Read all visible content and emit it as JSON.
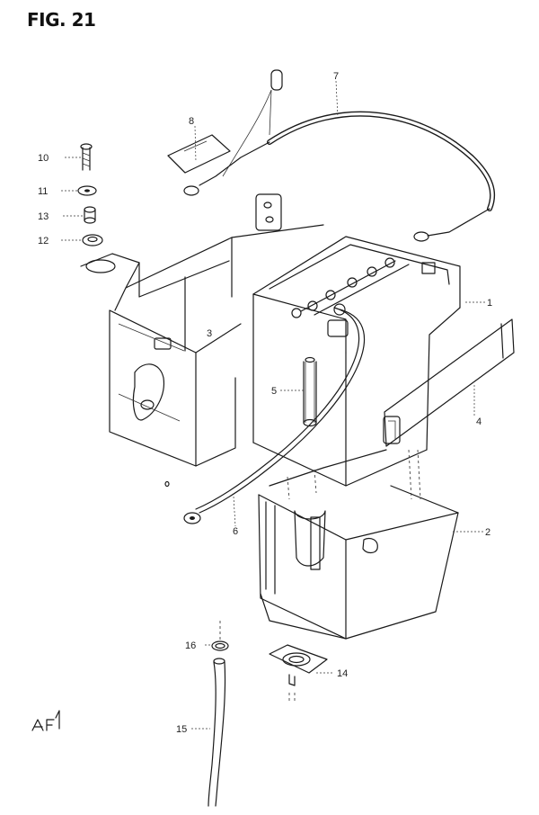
{
  "figure": {
    "title": "FIG. 21",
    "callouts": {
      "p1": "1",
      "p2": "2",
      "p3": "3",
      "p4": "4",
      "p5": "5",
      "p6": "6",
      "p7": "7",
      "p8": "8",
      "p10": "10",
      "p11": "11",
      "p12": "12",
      "p13": "13",
      "p14": "14",
      "p15": "15",
      "p16": "16"
    }
  }
}
